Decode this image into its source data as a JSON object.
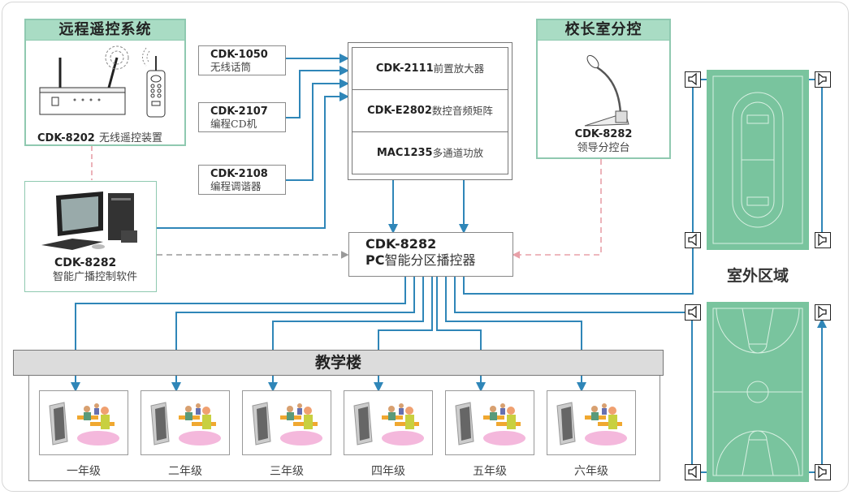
{
  "remote_system": {
    "title": "远程遥控系统",
    "device_model": "CDK-8202",
    "device_name": "无线遥控装置"
  },
  "principal_office": {
    "title": "校长室分控",
    "device_model": "CDK-8282",
    "device_name": "领导分控台"
  },
  "sources": [
    {
      "model": "CDK-1050",
      "name": "无线话筒"
    },
    {
      "model": "CDK-2107",
      "name": "编程CD机"
    },
    {
      "model": "CDK-2108",
      "name": "编程调谐器"
    }
  ],
  "rack": [
    {
      "model": "CDK-2111",
      "name": "前置放大器"
    },
    {
      "model": "CDK-E2802",
      "name": "数控音频矩阵"
    },
    {
      "model": "MAC1235",
      "name": "多通道功放"
    }
  ],
  "software": {
    "model": "CDK-8282",
    "name": "智能广播控制软件"
  },
  "controller": {
    "model": "CDK-8282",
    "prefix": "PC",
    "name": "智能分区播控器"
  },
  "building": {
    "title": "教学楼",
    "rooms": [
      "一年级",
      "二年级",
      "三年级",
      "四年级",
      "五年级",
      "六年级"
    ]
  },
  "outdoor": {
    "title": "室外区域",
    "zones": [
      "running-track",
      "basketball-court"
    ]
  },
  "colors": {
    "wire": "#2f86b8",
    "dashed_gray": "#999999",
    "dashed_pink": "#e8a0a8",
    "header_green": "#a9dcc4",
    "field_green": "#79c49e"
  }
}
